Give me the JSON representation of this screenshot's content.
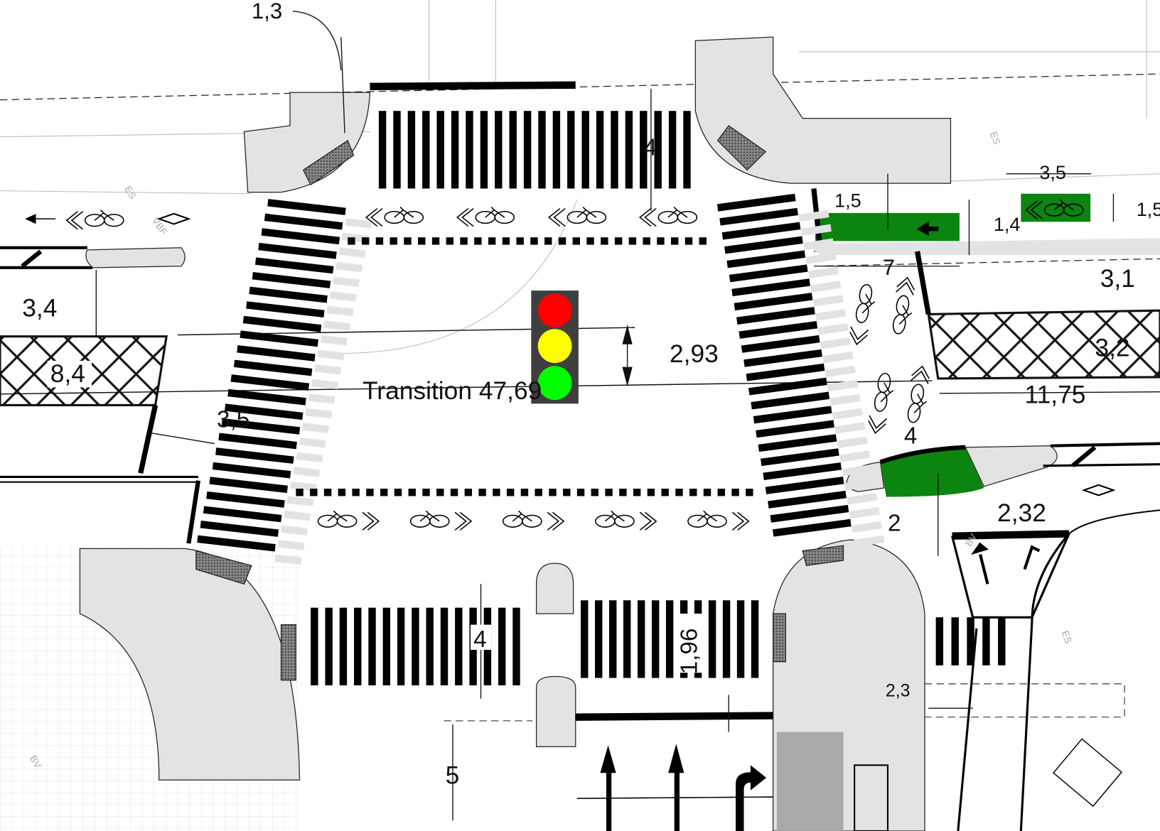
{
  "title": "Transition 47,69",
  "traffic_light": {
    "red": "#ff0000",
    "yellow": "#ffff00",
    "green": "#00ff00",
    "housing": "#3f3f3f"
  },
  "colors": {
    "bike_box": "#0b8410",
    "island": "#e3e3e3",
    "marking": "#000000"
  },
  "dimensions": {
    "d_1_3": "1,3",
    "d_4_top": "4",
    "d_1_5_a": "1,5",
    "d_3_5_right": "3,5",
    "d_1_5_b": "1,5",
    "d_1_4": "1,4",
    "d_7": "7",
    "d_3_1": "3,1",
    "d_3_4": "3,4",
    "d_8_4": "8,4",
    "d_3_2": "3,2",
    "d_2_93": "2,93",
    "d_11_75": "11,75",
    "d_3_5_left": "3,5",
    "d_4_right": "4",
    "d_2_32": "2,32",
    "d_2": "2",
    "d_4_bottom": "4",
    "d_1_96": "1,96",
    "d_2_3": "2,3",
    "d_5": "5"
  },
  "notes": [
    "ES",
    "ES",
    "VBF",
    "BV",
    "BV",
    "ES"
  ]
}
